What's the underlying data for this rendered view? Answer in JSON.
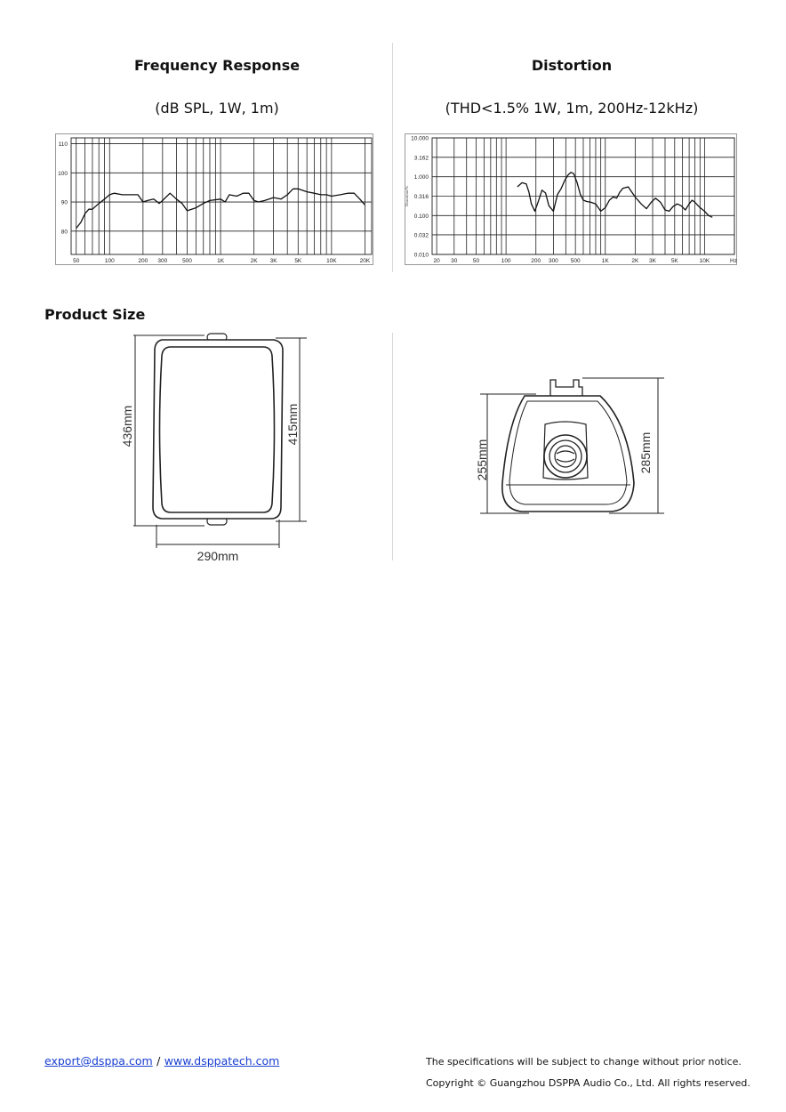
{
  "freq": {
    "title": "Frequency Response",
    "subtitle": "(dB SPL, 1W, 1m)"
  },
  "dist": {
    "title": "Distortion",
    "subtitle": "(THD<1.5% 1W, 1m, 200Hz-12kHz)"
  },
  "product_size": {
    "title": "Product Size",
    "front_height_outer": "436mm",
    "front_height_inner": "415mm",
    "front_width": "290mm",
    "side_height_low": "255mm",
    "side_height_high": "285mm"
  },
  "footer": {
    "email": "export@dsppa.com",
    "separator": "/",
    "website": "www.dsppatech.com",
    "notice": "The specifications will be subject to change without prior notice.",
    "copyright": "Copyright © Guangzhou DSPPA Audio Co., Ltd. All rights reserved."
  },
  "chart_data": [
    {
      "type": "line",
      "title": "",
      "xlabel": "",
      "ylabel": "",
      "x_scale": "log",
      "xlim": [
        45,
        23000
      ],
      "ylim": [
        72,
        112
      ],
      "x_ticks": [
        50,
        100,
        200,
        300,
        500,
        1000,
        2000,
        3000,
        5000,
        10000,
        20000
      ],
      "x_tick_labels": [
        "50",
        "100",
        "200",
        "300",
        "500",
        "1K",
        "2K",
        "3K",
        "5K",
        "10K",
        "20K"
      ],
      "y_ticks": [
        80,
        90,
        100,
        110
      ],
      "y_tick_labels": [
        "80",
        "90",
        "100",
        "110"
      ],
      "grid": true,
      "series": [
        {
          "x": [
            50,
            55,
            60,
            65,
            70,
            80,
            90,
            100,
            110,
            130,
            150,
            180,
            200,
            220,
            250,
            280,
            300,
            350,
            400,
            450,
            500,
            600,
            700,
            800,
            1000,
            1100,
            1200,
            1400,
            1600,
            1800,
            2000,
            2200,
            2500,
            3000,
            3500,
            4000,
            4500,
            5000,
            6000,
            7000,
            8000,
            9000,
            10000,
            12000,
            14000,
            16000,
            18000,
            20000
          ],
          "y": [
            81,
            83,
            86,
            87.5,
            87.5,
            89.5,
            91,
            92.5,
            93,
            92.5,
            92.5,
            92.5,
            90,
            90.5,
            91,
            89.5,
            90.5,
            93,
            91,
            89.5,
            87,
            88,
            89.5,
            90.5,
            91,
            90,
            92.5,
            92,
            93,
            93,
            90.5,
            90,
            90.5,
            91.5,
            91,
            92.5,
            94.5,
            94.5,
            93.5,
            93,
            92.5,
            92.5,
            92,
            92.5,
            93,
            93,
            91,
            89
          ]
        }
      ]
    },
    {
      "type": "line",
      "title": "",
      "xlabel": "Hz",
      "ylabel": "Distortion/%",
      "x_scale": "log",
      "y_scale": "log",
      "xlim": [
        18,
        20000
      ],
      "ylim": [
        0.01,
        10
      ],
      "x_ticks": [
        20,
        30,
        50,
        100,
        200,
        300,
        500,
        1000,
        2000,
        3000,
        5000,
        10000
      ],
      "x_tick_labels": [
        "20",
        "30",
        "50",
        "100",
        "200",
        "300",
        "500",
        "1K",
        "2K",
        "3K",
        "5K",
        "10K"
      ],
      "y_ticks": [
        0.01,
        0.032,
        0.1,
        0.316,
        1,
        3.162,
        10
      ],
      "y_tick_labels": [
        "0.010",
        "0.032",
        "0.100",
        "0.316",
        "1.000",
        "3.162",
        "10.000"
      ],
      "grid": true,
      "series": [
        {
          "x": [
            130,
            145,
            160,
            170,
            180,
            195,
            210,
            230,
            250,
            270,
            300,
            330,
            360,
            390,
            420,
            450,
            480,
            520,
            560,
            600,
            650,
            720,
            800,
            900,
            1000,
            1100,
            1200,
            1300,
            1400,
            1500,
            1700,
            2000,
            2300,
            2600,
            2900,
            3200,
            3600,
            4000,
            4400,
            4800,
            5300,
            5800,
            6400,
            7000,
            7500,
            8000,
            9000,
            10000,
            11000,
            12000
          ],
          "y": [
            0.55,
            0.7,
            0.65,
            0.4,
            0.2,
            0.13,
            0.22,
            0.45,
            0.38,
            0.18,
            0.13,
            0.35,
            0.5,
            0.8,
            1.1,
            1.3,
            1.2,
            0.7,
            0.35,
            0.25,
            0.23,
            0.22,
            0.2,
            0.13,
            0.16,
            0.25,
            0.3,
            0.28,
            0.4,
            0.5,
            0.55,
            0.3,
            0.2,
            0.15,
            0.22,
            0.28,
            0.22,
            0.14,
            0.13,
            0.17,
            0.2,
            0.18,
            0.14,
            0.2,
            0.25,
            0.22,
            0.16,
            0.13,
            0.1,
            0.09
          ]
        }
      ]
    }
  ]
}
